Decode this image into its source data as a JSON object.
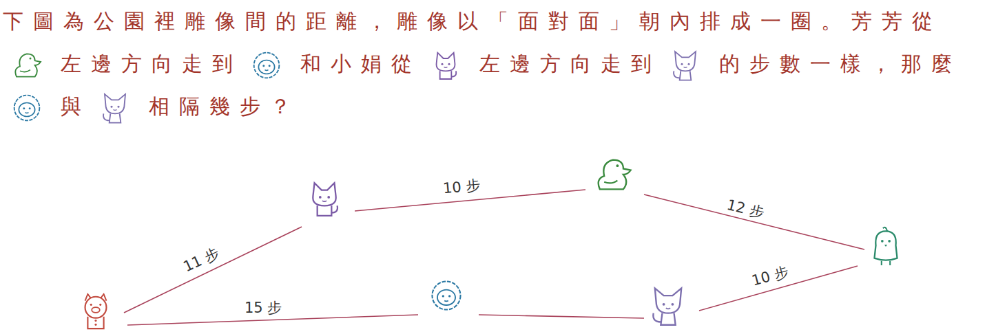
{
  "diagram": {
    "labels": [
      "下圖為公園裡雕像間的距離，雕像以「面對面」朝內排成一圈。芳芳從",
      "左邊方向走到",
      "和小娟從",
      "左邊方向走到",
      "的步數一樣，那麼",
      "與",
      "相隔幾步？",
      "10 步",
      "12 步",
      "11 步",
      "10 步",
      "15 步"
    ]
  }
}
